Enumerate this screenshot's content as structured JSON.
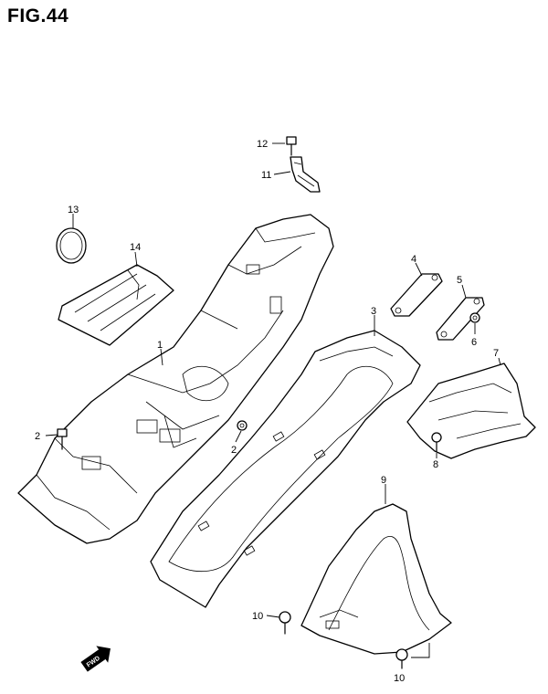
{
  "figure": {
    "title": "FIG.44"
  },
  "callouts": {
    "c1": "1",
    "c2a": "2",
    "c2b": "2",
    "c3": "3",
    "c4": "4",
    "c5": "5",
    "c6": "6",
    "c7": "7",
    "c8": "8",
    "c9": "9",
    "c10a": "10",
    "c10b": "10",
    "c11": "11",
    "c12": "12",
    "c13": "13",
    "c14": "14"
  },
  "fwd_arrow": {
    "label": "FWD"
  }
}
